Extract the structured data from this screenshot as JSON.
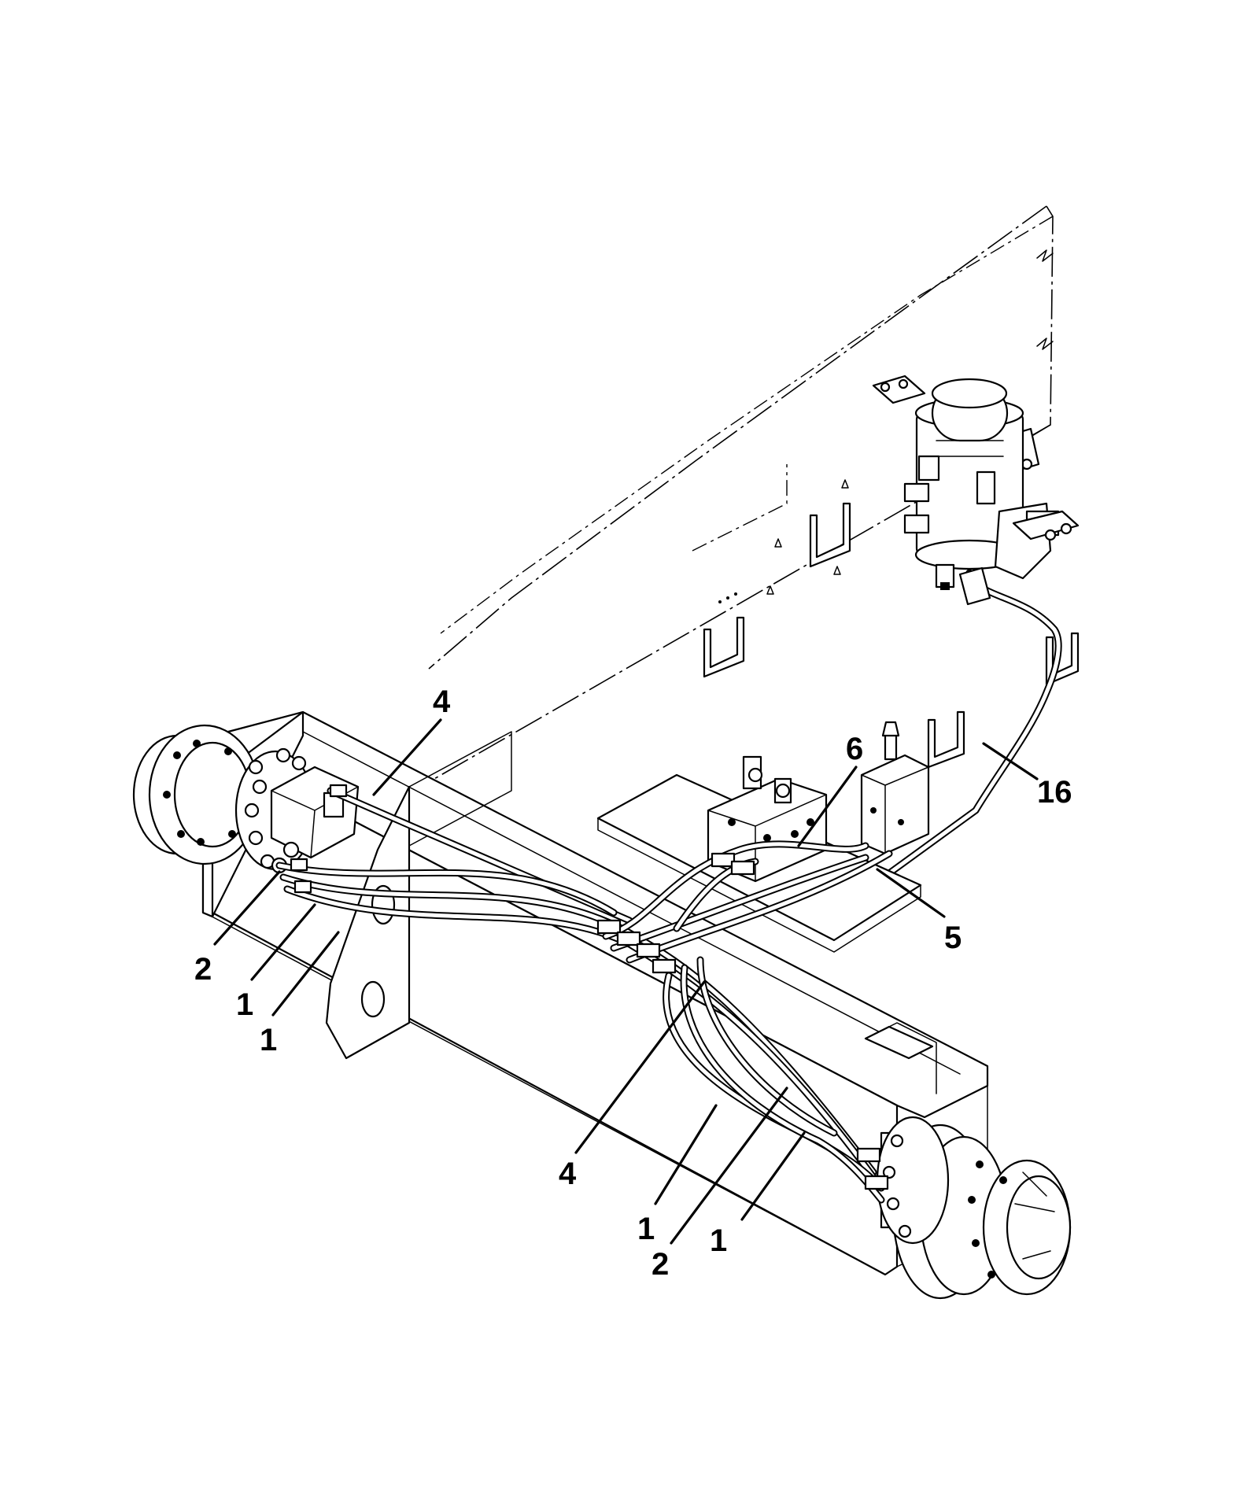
{
  "callouts": [
    {
      "id": "c1",
      "label": "4"
    },
    {
      "id": "c2",
      "label": "6"
    },
    {
      "id": "c3",
      "label": "16"
    },
    {
      "id": "c4",
      "label": "5"
    },
    {
      "id": "c5",
      "label": "2"
    },
    {
      "id": "c6",
      "label": "1"
    },
    {
      "id": "c7",
      "label": "1"
    },
    {
      "id": "c8",
      "label": "4"
    },
    {
      "id": "c9",
      "label": "1"
    },
    {
      "id": "c10",
      "label": "2"
    },
    {
      "id": "c11",
      "label": "1"
    }
  ]
}
